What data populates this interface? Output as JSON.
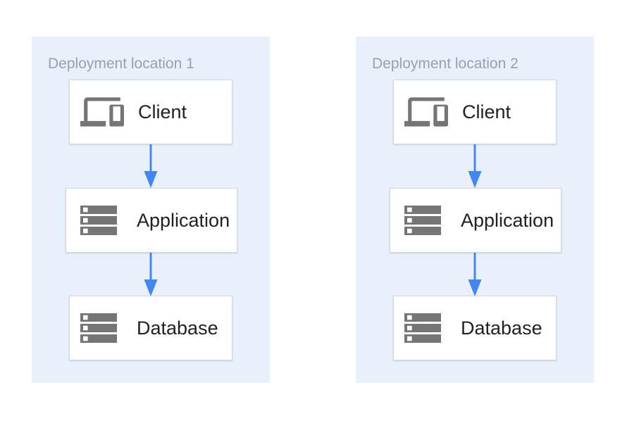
{
  "colors": {
    "page_bg": "#ffffff",
    "panel_bg": "#e8f1fb",
    "box_bg": "#ffffff",
    "box_border": "#d3d6da",
    "arrow_blue": "#4285f4",
    "icon_gray": "#757575",
    "label_text": "#212121",
    "title_text": "#9aa0a6"
  },
  "diagram": {
    "type": "architecture-flow",
    "panels": [
      {
        "title": "Deployment location 1",
        "nodes": [
          {
            "label": "Client",
            "icon": "devices-icon"
          },
          {
            "label": "Application",
            "icon": "storage-icon"
          },
          {
            "label": "Database",
            "icon": "storage-icon"
          }
        ],
        "arrows": [
          {
            "from": "Client",
            "to": "Application",
            "direction": "down"
          },
          {
            "from": "Application",
            "to": "Database",
            "direction": "down"
          }
        ]
      },
      {
        "title": "Deployment location 2",
        "nodes": [
          {
            "label": "Client",
            "icon": "devices-icon"
          },
          {
            "label": "Application",
            "icon": "storage-icon"
          },
          {
            "label": "Database",
            "icon": "storage-icon"
          }
        ],
        "arrows": [
          {
            "from": "Client",
            "to": "Application",
            "direction": "down"
          },
          {
            "from": "Application",
            "to": "Database",
            "direction": "down"
          }
        ]
      }
    ]
  }
}
